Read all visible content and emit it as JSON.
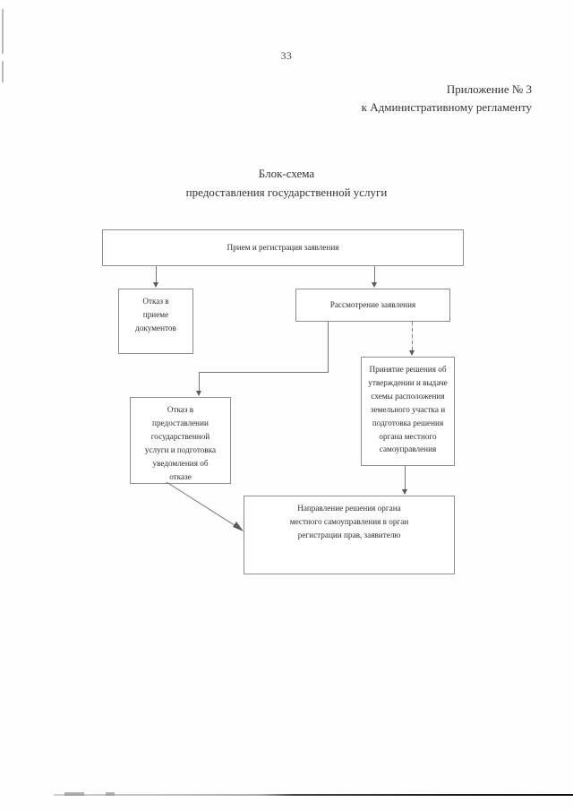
{
  "page": {
    "number": "33",
    "appendix_lines": [
      "Приложение № 3",
      "к Административному регламенту"
    ],
    "title_lines": [
      "Блок-схема",
      "предоставления государственной услуги"
    ]
  },
  "chart_data": {
    "type": "diagram",
    "title": "Блок-схема предоставления государственной услуги",
    "nodes": [
      {
        "id": "intake",
        "label": "Прием и регистрация заявления",
        "lines": [
          "Прием и регистрация заявления"
        ]
      },
      {
        "id": "refuse-intake",
        "label": "Отказ в приеме документов",
        "lines": [
          "Отказ в",
          "приеме",
          "документов"
        ]
      },
      {
        "id": "review",
        "label": "Рассмотрение заявления",
        "lines": [
          "Рассмотрение заявления"
        ]
      },
      {
        "id": "decision",
        "label": "Принятие решения об утверждении и выдаче схемы расположения земельного участка и подготовка решения органа местного самоуправления",
        "lines": [
          "Принятие решения об",
          "утверждении и выдаче",
          "схемы расположения",
          "земельного участка и",
          "подготовка решения",
          "органа местного",
          "самоуправления"
        ]
      },
      {
        "id": "refuse-service",
        "label": "Отказ в предоставлении государственной услуги и подготовка уведомления об отказе",
        "lines": [
          "Отказ в",
          "предоставлении",
          "государственной",
          "услуги и подготовка",
          "уведомления об",
          "отказе"
        ]
      },
      {
        "id": "send",
        "label": "Направление решения органа местного самоуправления в орган регистрации прав, заявителю",
        "lines": [
          "Направление решения органа",
          "местного самоуправления в орган",
          "регистрации прав, заявителю"
        ]
      }
    ],
    "edges": [
      {
        "from": "intake",
        "to": "refuse-intake",
        "style": "elbow-down"
      },
      {
        "from": "intake",
        "to": "review",
        "style": "straight-down"
      },
      {
        "from": "review",
        "to": "refuse-service",
        "style": "elbow-left-down"
      },
      {
        "from": "review",
        "to": "decision",
        "style": "straight-down"
      },
      {
        "from": "refuse-service",
        "to": "send",
        "style": "diagonal"
      },
      {
        "from": "decision",
        "to": "send",
        "style": "straight-down"
      }
    ],
    "colors": {
      "box_border": "#8e8e8e",
      "connector": "#777777",
      "text": "#2e2e2e",
      "background": "#fefefe"
    }
  }
}
